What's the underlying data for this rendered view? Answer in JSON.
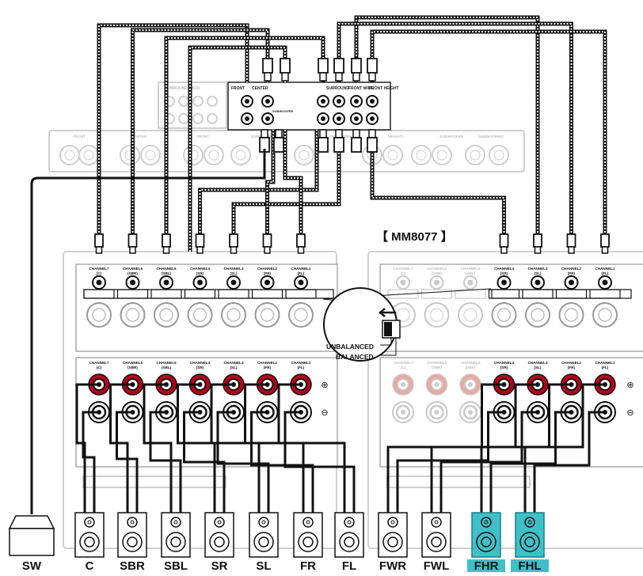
{
  "title_badge": "【 MM8077 】",
  "processor": {
    "section_labels": [
      "FRONT",
      "CENTER",
      "SURROUND",
      "SURROUND BACK",
      "FRONT WIDE",
      "FRONT HEIGHT"
    ],
    "balanced_row_labels": [
      "FRONT",
      "CENTER",
      "FRONT",
      "SURROUND",
      "FRONT WIDE",
      "HEIGHT1",
      "SUBWOOFER",
      "SUBWOOFER2"
    ],
    "subwoofer_label": "SUBWOOFER"
  },
  "amp_left": {
    "input_labels": [
      {
        "ch": "CHANNEL7",
        "sub": "(C)"
      },
      {
        "ch": "CHANNEL6",
        "sub": "(SBR)"
      },
      {
        "ch": "CHANNEL5",
        "sub": "(SBL)"
      },
      {
        "ch": "CHANNEL4",
        "sub": "(SR)"
      },
      {
        "ch": "CHANNEL3",
        "sub": "(SL)"
      },
      {
        "ch": "CHANNEL2",
        "sub": "(FR)"
      },
      {
        "ch": "CHANNEL1",
        "sub": "(FL)"
      }
    ],
    "speaker_labels": [
      {
        "ch": "CHANNEL7",
        "sub": "(C)"
      },
      {
        "ch": "CHANNEL6",
        "sub": "(SBR)"
      },
      {
        "ch": "CHANNEL5",
        "sub": "(SBL)"
      },
      {
        "ch": "CHANNEL4",
        "sub": "(SR)"
      },
      {
        "ch": "CHANNEL3",
        "sub": "(SL)"
      },
      {
        "ch": "CHANNEL2",
        "sub": "(FR)"
      },
      {
        "ch": "CHANNEL1",
        "sub": "(FL)"
      }
    ],
    "switch_label": "UNBALANCED BALANCED"
  },
  "amp_right": {
    "input_labels": [
      {
        "ch": "CHANNEL7",
        "sub": "(C)"
      },
      {
        "ch": "CHANNEL6",
        "sub": "(SBR)"
      },
      {
        "ch": "CHANNEL5",
        "sub": "(SBL)"
      },
      {
        "ch": "CHANNEL4",
        "sub": "(SR)"
      },
      {
        "ch": "CHANNEL3",
        "sub": "(SL)"
      },
      {
        "ch": "CHANNEL2",
        "sub": "(FR)"
      },
      {
        "ch": "CHANNEL1",
        "sub": "(FL)"
      }
    ],
    "speaker_labels": [
      {
        "ch": "CHANNEL7",
        "sub": "(C)"
      },
      {
        "ch": "CHANNEL6",
        "sub": "(SBR)"
      },
      {
        "ch": "CHANNEL5",
        "sub": "(SBL)"
      },
      {
        "ch": "CHANNEL4",
        "sub": "(SR)"
      },
      {
        "ch": "CHANNEL3",
        "sub": "(SL)"
      },
      {
        "ch": "CHANNEL2",
        "sub": "(FR)"
      },
      {
        "ch": "CHANNEL1",
        "sub": "(FL)"
      }
    ]
  },
  "callout": {
    "unbalanced": "UNBALANCED",
    "balanced": "BALANCED"
  },
  "terminal_signs": {
    "plus": "⊕",
    "minus": "⊖"
  },
  "speakers": [
    {
      "label": "SW",
      "highlight": false
    },
    {
      "label": "C",
      "highlight": false
    },
    {
      "label": "SBR",
      "highlight": false
    },
    {
      "label": "SBL",
      "highlight": false
    },
    {
      "label": "SR",
      "highlight": false
    },
    {
      "label": "SL",
      "highlight": false
    },
    {
      "label": "FR",
      "highlight": false
    },
    {
      "label": "FL",
      "highlight": false
    },
    {
      "label": "FWR",
      "highlight": false
    },
    {
      "label": "FWL",
      "highlight": false
    },
    {
      "label": "FHR",
      "highlight": true
    },
    {
      "label": "FHL",
      "highlight": true
    }
  ],
  "colors": {
    "highlight": "#3fc0c8",
    "highlight_stroke": "#1a7f88",
    "line": "#111111",
    "faded": "#c8c8c8",
    "terminal_red": "#b8001a",
    "terminal_faded_red": "#e8a9a0"
  }
}
